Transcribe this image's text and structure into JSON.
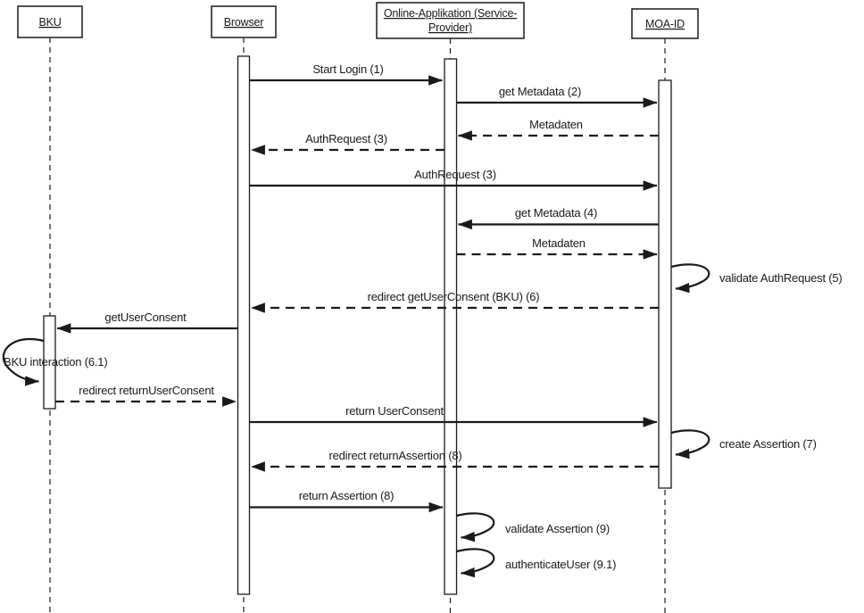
{
  "diagram": {
    "type": "uml-sequence",
    "colors": {
      "line": "#1a1a1a",
      "background": "#ffffff"
    },
    "actors": [
      {
        "id": "bku",
        "label": "BKU",
        "lines": [
          "BKU"
        ]
      },
      {
        "id": "browser",
        "label": "Browser",
        "lines": [
          "Browser"
        ]
      },
      {
        "id": "online_app",
        "label": "Online-Applikation (Service-Provider)",
        "lines": [
          "Online-Applikation (Service-",
          "Provider)"
        ]
      },
      {
        "id": "moa_id",
        "label": "MOA-ID",
        "lines": [
          "MOA-ID"
        ]
      }
    ],
    "messages": [
      {
        "label": "Start Login (1)",
        "from": "Browser",
        "to": "Online-Applikation",
        "line": "solid"
      },
      {
        "label": "get Metadata (2)",
        "from": "Online-Applikation",
        "to": "MOA-ID",
        "line": "solid"
      },
      {
        "label": "Metadaten",
        "from": "MOA-ID",
        "to": "Online-Applikation",
        "line": "dashed"
      },
      {
        "label": "AuthRequest (3)",
        "from": "Online-Applikation",
        "to": "Browser",
        "line": "dashed"
      },
      {
        "label": "AuthRequest (3)",
        "from": "Browser",
        "to": "MOA-ID",
        "line": "solid"
      },
      {
        "label": "get Metadata (4)",
        "from": "MOA-ID",
        "to": "Online-Applikation",
        "line": "solid"
      },
      {
        "label": "Metadaten",
        "from": "Online-Applikation",
        "to": "MOA-ID",
        "line": "dashed"
      },
      {
        "label": "validate AuthRequest (5)",
        "from": "MOA-ID",
        "to": "MOA-ID",
        "line": "self"
      },
      {
        "label": "redirect getUserConsent (BKU) (6)",
        "from": "MOA-ID",
        "to": "Browser",
        "line": "dashed"
      },
      {
        "label": "getUserConsent",
        "from": "Browser",
        "to": "BKU",
        "line": "solid"
      },
      {
        "label": "BKU interaction (6.1)",
        "from": "BKU",
        "to": "BKU",
        "line": "self"
      },
      {
        "label": "redirect returnUserConsent",
        "from": "BKU",
        "to": "Browser",
        "line": "dashed"
      },
      {
        "label": "return UserConsent",
        "from": "Browser",
        "to": "MOA-ID",
        "line": "solid"
      },
      {
        "label": "create Assertion (7)",
        "from": "MOA-ID",
        "to": "MOA-ID",
        "line": "self"
      },
      {
        "label": "redirect returnAssertion (8)",
        "from": "MOA-ID",
        "to": "Browser",
        "line": "dashed"
      },
      {
        "label": "return Assertion (8)",
        "from": "Browser",
        "to": "Online-Applikation",
        "line": "solid"
      },
      {
        "label": "validate Assertion (9)",
        "from": "Online-Applikation",
        "to": "Online-Applikation",
        "line": "self"
      },
      {
        "label": "authenticateUser (9.1)",
        "from": "Online-Applikation",
        "to": "Online-Applikation",
        "line": "self"
      }
    ]
  }
}
